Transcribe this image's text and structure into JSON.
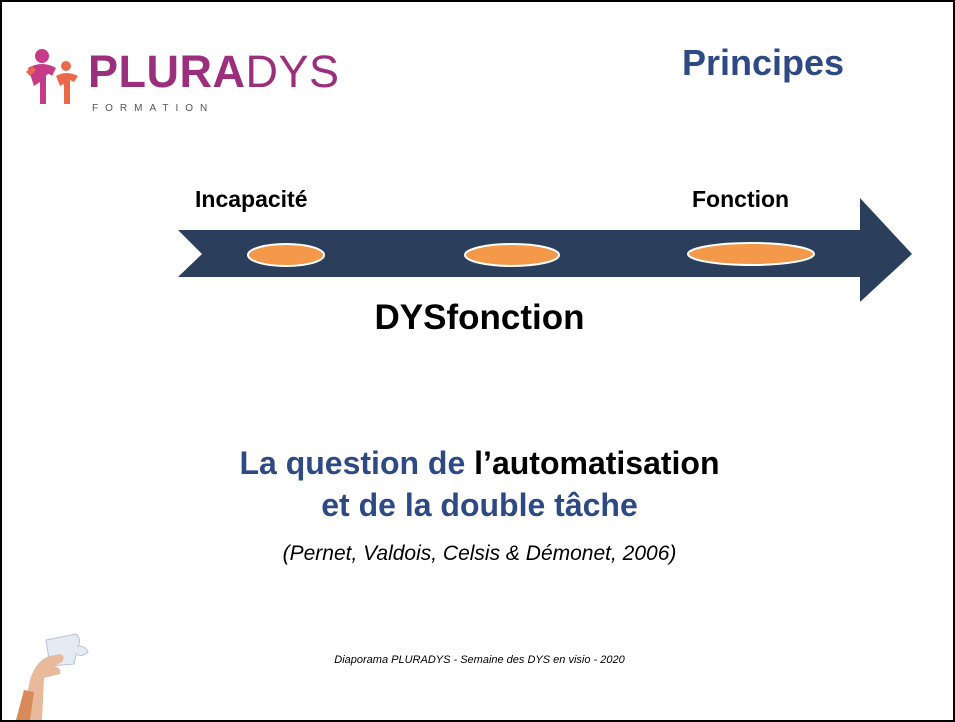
{
  "logo": {
    "word_bold": "PLURA",
    "word_light": "DYS",
    "subtitle": "FORMATION"
  },
  "title": "Principes",
  "timeline": {
    "left_label": "Incapacité",
    "right_label": "Fonction",
    "center_label": "DYSfonction",
    "marker_count": 3
  },
  "question": {
    "line1_blue": "La question de",
    "line1_black": "l’automatisation",
    "line2": "et de la double tâche"
  },
  "citation": "(Pernet, Valdois, Celsis & Démonet, 2006)",
  "footer": "Diaporama PLURADYS - Semaine des DYS en visio - 2020",
  "colors": {
    "brand_purple": "#9b2f7e",
    "title_blue": "#2d4a84",
    "arrow_navy": "#2b3e5c",
    "marker_orange": "#f4994a"
  },
  "icons": {
    "logo_mark": "people-figures-icon",
    "corner_image": "hand-puzzle-piece-icon"
  }
}
